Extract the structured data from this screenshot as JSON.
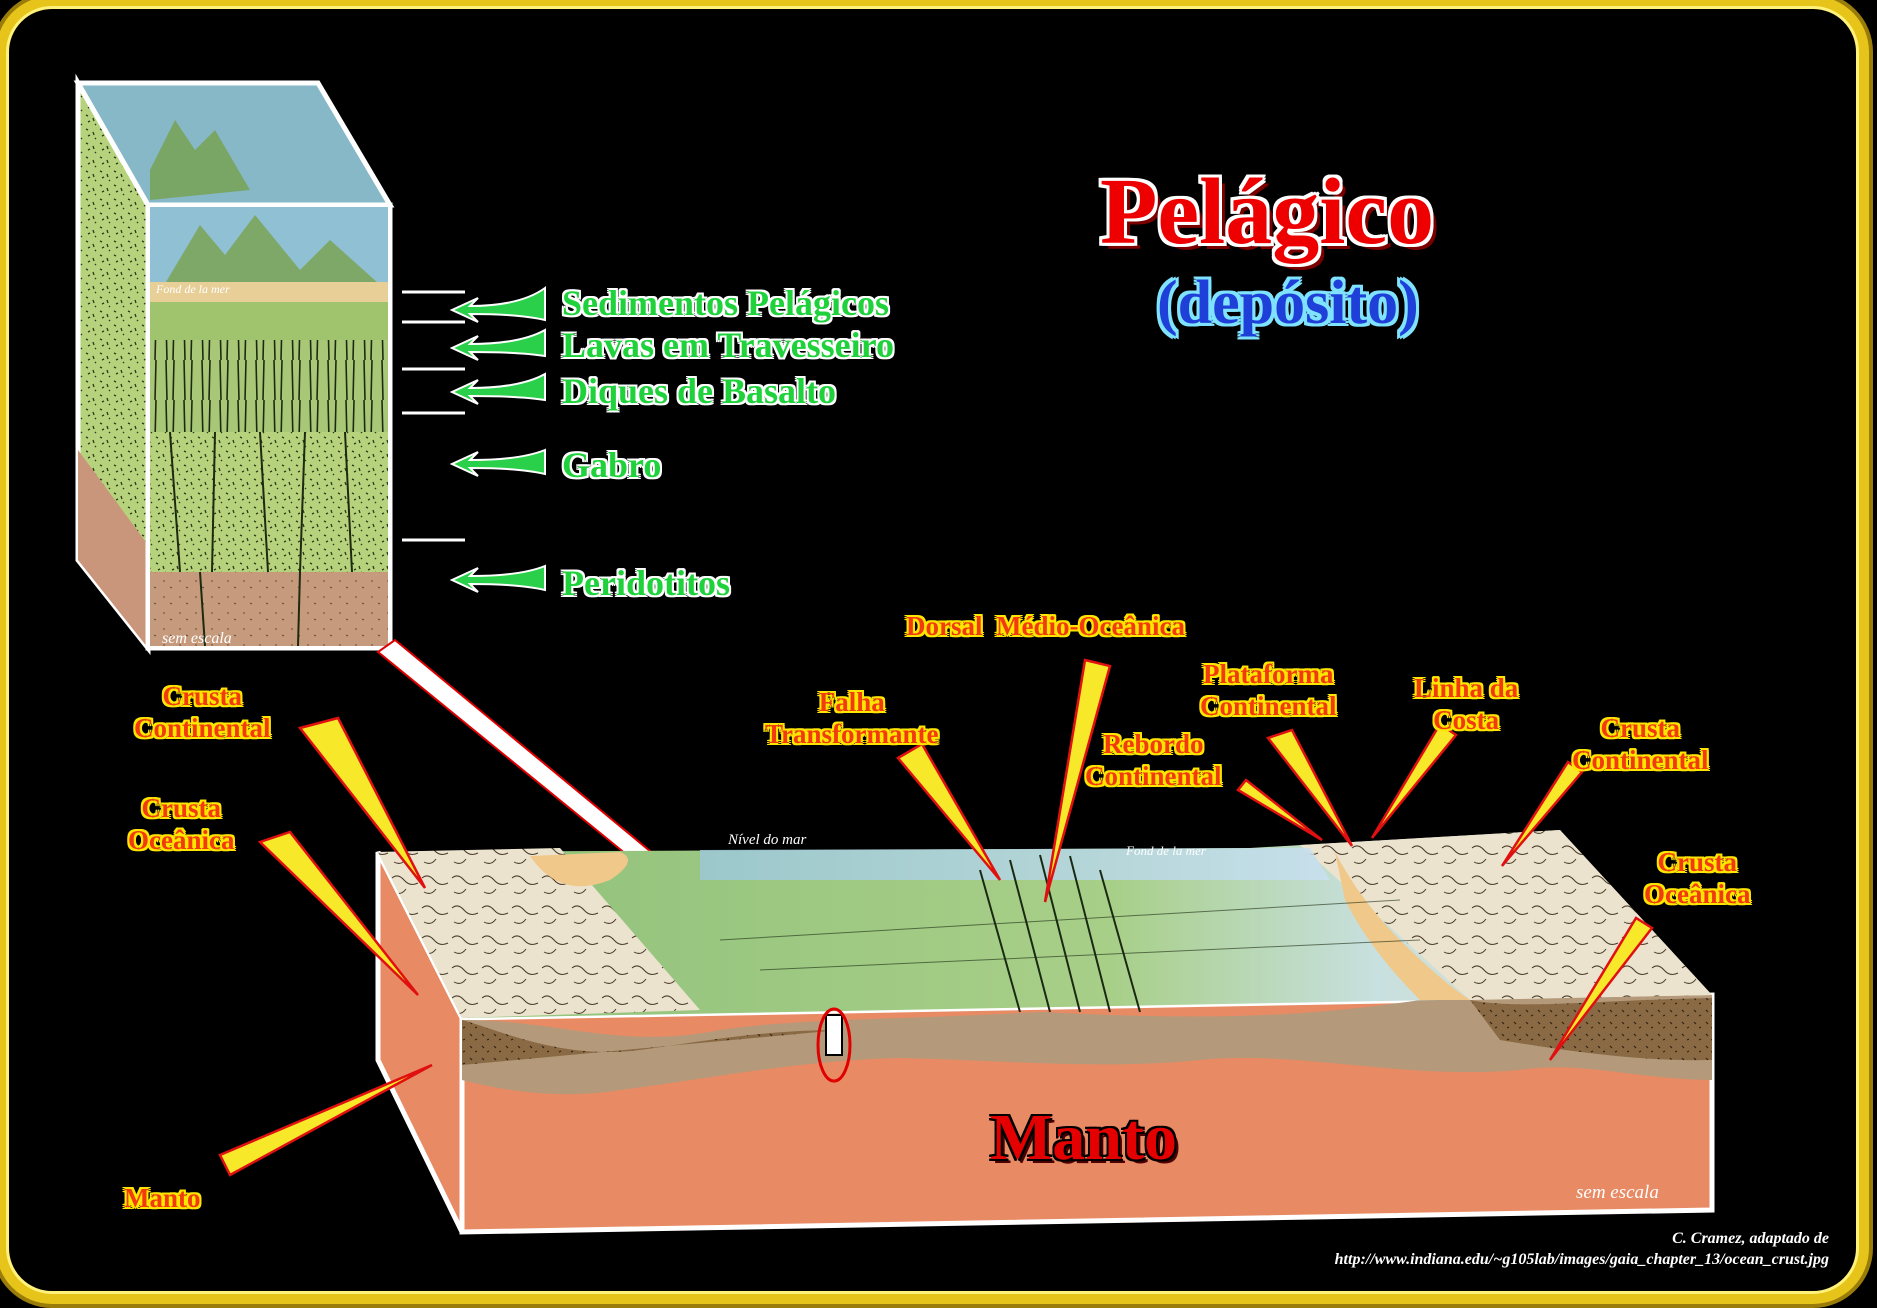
{
  "title": "Pelágico",
  "subtitle": "(depósito)",
  "column_layers": [
    {
      "label": "Sedimentos Pelágicos"
    },
    {
      "label": "Lavas em Travesseiro"
    },
    {
      "label": "Diques de Basalto"
    },
    {
      "label": "Gabro"
    },
    {
      "label": "Peridotitos"
    }
  ],
  "column_scale": "sem escala",
  "column_small_text": "Fond de la mer",
  "labels": {
    "crusta_continental_left": "Crusta\nContinental",
    "crusta_oceanica_left": "Crusta\nOceânica",
    "manto_left": "Manto",
    "falha": "Falha\nTransformante",
    "dorsal": "Dorsal  Médio-Oceânica",
    "plataforma": "Plataforma\nContinental",
    "rebordo": "Rebordo\nContinental",
    "linha_costa": "Linha da\nCosta",
    "crusta_continental_right": "Crusta\nContinental",
    "crusta_oceanica_right": "Crusta\nOceânica"
  },
  "block": {
    "mantle_label": "Manto",
    "sea_level": "Nível do mar",
    "sea_floor": "Fond de la mer",
    "scale": "sem escala"
  },
  "credit": {
    "line1": "C. Cramez, adaptado de",
    "line2": "http://www.indiana.edu/~g105lab/images/gaia_chapter_13/ocean_crust.jpg"
  },
  "colors": {
    "frame": "#e6c419",
    "title": "#ee0000",
    "subtitle": "#1e3fd8",
    "layer_labels": "#1fd23c",
    "red_labels": "#f23a0f",
    "mantle": "#e88a64"
  }
}
